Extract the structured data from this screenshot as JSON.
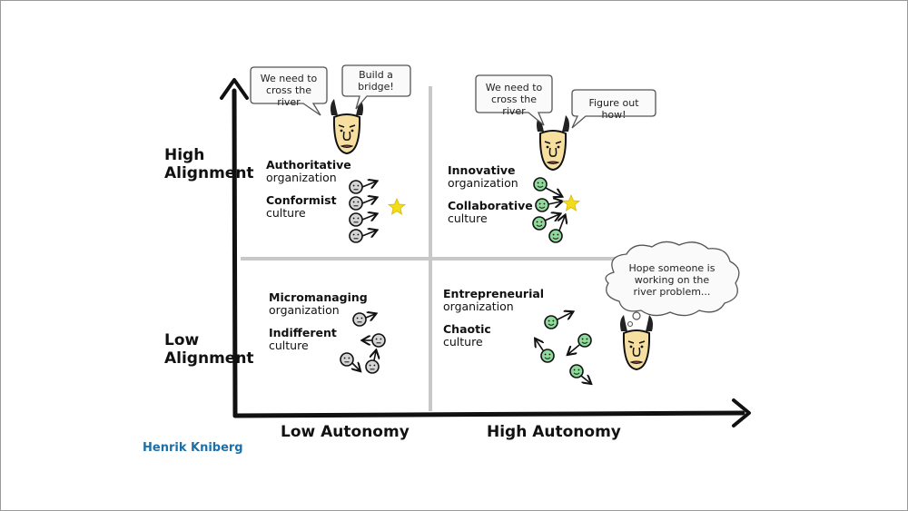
{
  "axes": {
    "y_high": [
      "High",
      "Alignment"
    ],
    "y_low": [
      "Low",
      "Alignment"
    ],
    "x_low": "Low Autonomy",
    "x_high": "High Autonomy"
  },
  "quadrants": {
    "top_left": {
      "org": [
        "Authoritative",
        "organization"
      ],
      "culture": [
        "Conformist",
        "culture"
      ],
      "speech": [
        "We need to cross the river",
        "Build a bridge!"
      ]
    },
    "top_right": {
      "org": [
        "Innovative",
        "organization"
      ],
      "culture": [
        "Collaborative",
        "culture"
      ],
      "speech": [
        "We need to cross the river",
        "Figure out how!"
      ]
    },
    "bottom_left": {
      "org": [
        "Micromanaging",
        "organization"
      ],
      "culture": [
        "Indifferent",
        "culture"
      ]
    },
    "bottom_right": {
      "org": [
        "Entrepreneurial",
        "organization"
      ],
      "culture": [
        "Chaotic",
        "culture"
      ],
      "thought": [
        "Hope someone is",
        "working on the",
        "river problem..."
      ]
    }
  },
  "author": "Henrik Kniberg",
  "colors": {
    "ink": "#111111",
    "divider": "#c8c8c8",
    "face_gray": "#d4d4d4",
    "face_green": "#8fd99a",
    "star": "#f3dc1a",
    "boss_skin": "#f7dfa0",
    "author": "#1d6fa8"
  }
}
